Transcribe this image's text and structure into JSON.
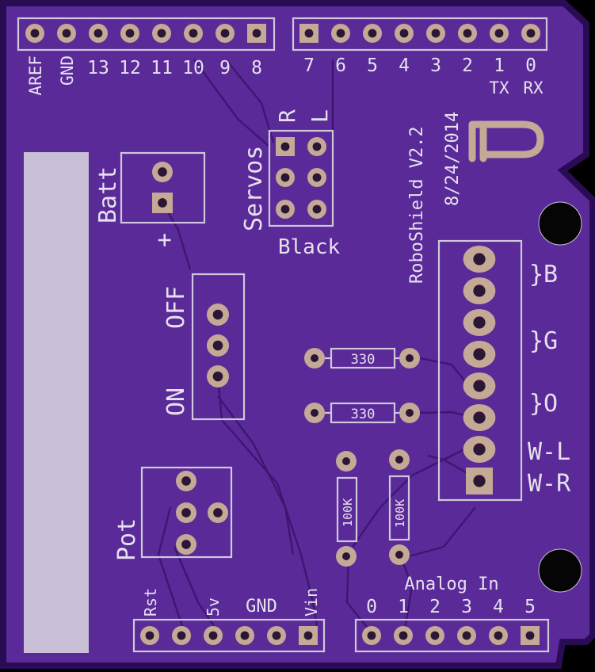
{
  "colors": {
    "board": "#5a2a98",
    "border": "#2a0c55",
    "silk": "#cfc7dc",
    "pad": "#c4a997",
    "hole": "#2b1733",
    "mount_hole": "#050505",
    "trace": "#3e1672"
  },
  "header_top_left": {
    "labels": [
      "AREF",
      "GND",
      "13",
      "12",
      "11",
      "10",
      "9",
      "8"
    ]
  },
  "header_top_right": {
    "labels": [
      "7",
      "6",
      "5",
      "4",
      "3",
      "2",
      "1",
      "0"
    ],
    "sub_tx": "TX",
    "sub_rx": "RX"
  },
  "servos": {
    "title": "Servos",
    "r": "R",
    "l": "L",
    "black": "Black"
  },
  "board_title": "RoboShield V2.2",
  "board_date": "8/24/2014",
  "batt": {
    "label": "Batt",
    "plus": "+"
  },
  "switch": {
    "off": "OFF",
    "on": "ON"
  },
  "pot": {
    "label": "Pot"
  },
  "resistors": {
    "r1": "330",
    "r2": "330",
    "r3": "100K",
    "r4": "100K"
  },
  "right_connector": {
    "b": "}B",
    "g": "}G",
    "o": "}O",
    "wl": "W-L",
    "wr": "W-R"
  },
  "bottom_left": {
    "rst": "Rst",
    "v5": "5v",
    "gnd": "GND",
    "vin": "Vin"
  },
  "analog": {
    "title": "Analog In",
    "labels": [
      "0",
      "1",
      "2",
      "3",
      "4",
      "5"
    ]
  }
}
